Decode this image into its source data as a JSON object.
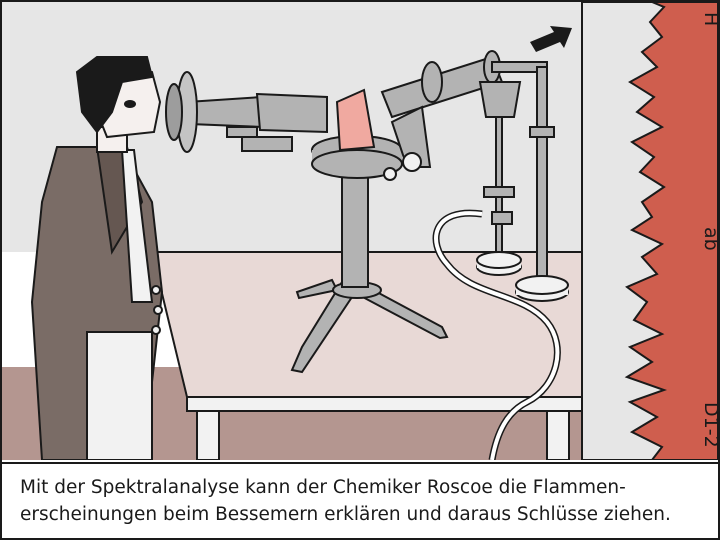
{
  "caption": {
    "line1": "Mit der Spektralanalyse kann der Chemiker Roscoe die Flammen-",
    "line2": "erscheinungen beim Bessemern erklären und daraus Schlüsse ziehen."
  },
  "spectrum": {
    "label_top": "H",
    "label_mid": "ab",
    "label_bottom": "D1-2"
  },
  "colors": {
    "wall": "#e6e6e6",
    "table": "#e8d9d6",
    "floor": "#b49690",
    "spectrum": "#cf5e4e",
    "prism": "#f0a9a0",
    "metal": "#b3b3b3",
    "coat": "#7a6c66"
  }
}
